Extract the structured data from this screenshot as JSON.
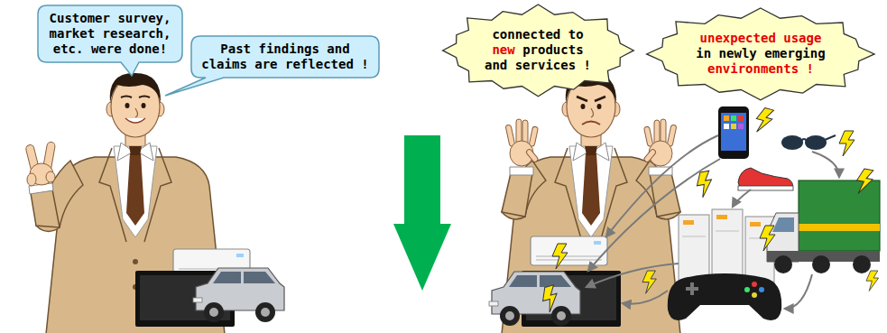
{
  "diagram": {
    "nodes": [
      {
        "text": [
          "Customer survey, market research, etc. were done!"
        ]
      },
      {
        "text": [
          "Past findings and claims are reflected !"
        ]
      },
      {
        "text": [
          "connected to new products and services !"
        ]
      },
      {
        "text": [
          "unexpected usage in newly emerging environments !"
        ]
      }
    ]
  }
}
